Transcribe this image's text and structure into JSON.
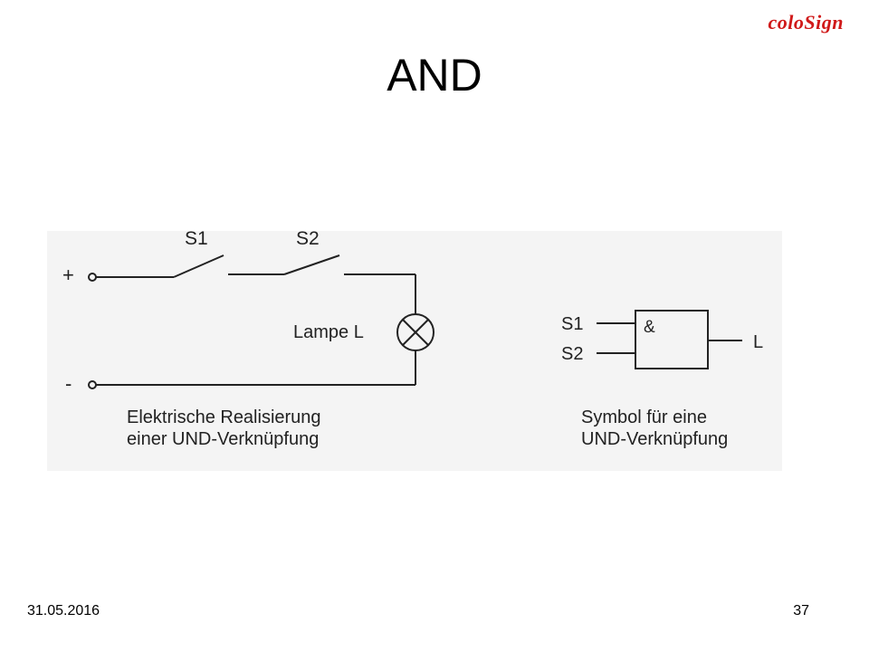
{
  "brand": {
    "logo_prefix": "colo",
    "logo_suffix": "Sign",
    "color": "#d01919"
  },
  "slide": {
    "title": "AND",
    "date": "31.05.2016",
    "page_number": "37"
  },
  "circuit": {
    "switch1": "S1",
    "switch2": "S2",
    "plus": "+",
    "minus": "-",
    "lamp": "Lampe L",
    "caption_line1": "Elektrische Realisierung",
    "caption_line2": "einer UND-Verknüpfung"
  },
  "symbol": {
    "input1": "S1",
    "input2": "S2",
    "gate": "&",
    "output": "L",
    "caption_line1": "Symbol für eine",
    "caption_line2": "UND-Verknüpfung"
  }
}
